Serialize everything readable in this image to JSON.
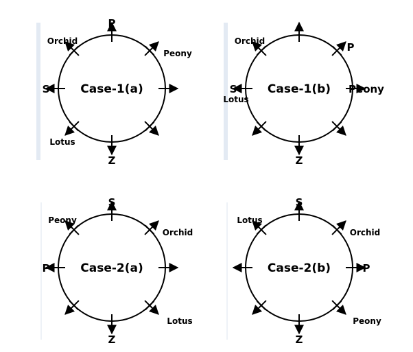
{
  "cases": [
    {
      "title": "Case-1(a)",
      "labels": {
        "N": "P",
        "NW": "Orchid",
        "NE": "Peony",
        "W": "S",
        "SW": "Lotus",
        "S": "Z"
      }
    },
    {
      "title": "Case-1(b)",
      "labels": {
        "NW": "Orchid",
        "NE": "P",
        "W": "S",
        "W2": "Lotus",
        "E": "Peony",
        "S": "Z"
      }
    },
    {
      "title": "Case-2(a)",
      "labels": {
        "N": "S",
        "NW": "Peony",
        "NE": "Orchid",
        "W": "P",
        "SE": "Lotus",
        "S": "Z"
      }
    },
    {
      "title": "Case-2(b)",
      "labels": {
        "N": "S",
        "NW": "Lotus",
        "NE": "Orchid",
        "E": "P",
        "SE": "Peony",
        "S": "Z"
      }
    }
  ]
}
